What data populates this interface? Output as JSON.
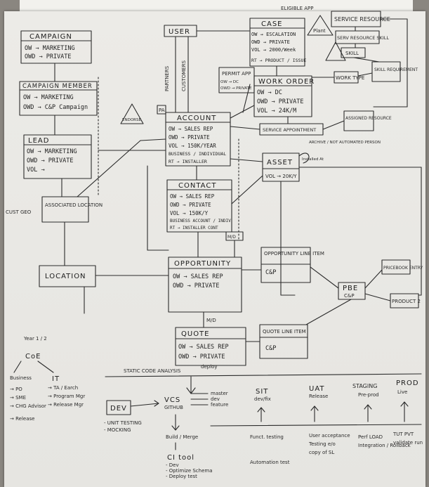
{
  "entities": {
    "campaign": {
      "title": "CAMPAIGN",
      "lines": [
        "OW → MARKETING",
        "OWD → PRIVATE"
      ]
    },
    "campaign_member": {
      "title": "CAMPAIGN MEMBER",
      "lines": [
        "OW → MARKETING",
        "OWD → C&P Campaign"
      ]
    },
    "lead": {
      "title": "LEAD",
      "lines": [
        "OW → MARKETING",
        "OWD → PRIVATE",
        "VOL →"
      ]
    },
    "associated_location": {
      "title": "ASSOCIATED LOCATION"
    },
    "location": {
      "title": "LOCATION"
    },
    "user": {
      "title": "USER"
    },
    "case": {
      "title": "CASE",
      "lines": [
        "OW → ESCALATION",
        "OWD → PRIVATE",
        "VOL → 2000/Week",
        "RT → PRODUCT / ISSUE"
      ]
    },
    "permit": {
      "title": "PERMIT APP",
      "lines": [
        "OW → DC",
        "OWD → PRIVATE"
      ]
    },
    "work_order": {
      "title": "WORK ORDER",
      "lines": [
        "OW → DC",
        "OWD → PRIVATE",
        "VOL → 24K/M"
      ]
    },
    "service_resource": {
      "title": "SERVICE RESOURCE"
    },
    "serv_resource_skill": {
      "title": "SERV RESOURCE SKILL"
    },
    "skill": {
      "title": "SKILL"
    },
    "skill_requirement": {
      "title": "SKILL REQUIREMENT"
    },
    "work_type": {
      "title": "WORK TYPE"
    },
    "service_appointment": {
      "title": "SERVICE APPOINTMENT"
    },
    "assigned_resource": {
      "title": "ASSIGNED RESOURCE"
    },
    "account": {
      "title": "ACCOUNT",
      "lines": [
        "OW → SALES REP",
        "OWD → PRIVATE",
        "VOL → 150K/YEAR",
        "BUSINESS / INDIVIDUAL",
        "RT → INSTALLER"
      ]
    },
    "asset": {
      "title": "ASSET",
      "lines": [
        "VOL → 20K/Y"
      ]
    },
    "contact": {
      "title": "CONTACT",
      "lines": [
        "OW → SALES REP",
        "OWD → PRIVATE",
        "VOL → 150K/Y",
        "BUSINESS ACCOUNT / INDIV",
        "RT → INSTALLER CONT"
      ]
    },
    "opportunity": {
      "title": "OPPORTUNITY",
      "lines": [
        "OW → SALES REP",
        "OWD → PRIVATE"
      ]
    },
    "opportunity_line_item": {
      "title": "OPPORTUNITY LINE ITEM",
      "lines": [
        "C&P"
      ]
    },
    "pricebook": {
      "title": "PRICEBOOK ENTRY"
    },
    "pbe": {
      "title": "PBE",
      "lines": [
        "C&P"
      ]
    },
    "product": {
      "title": "PRODUCT 2"
    },
    "quote": {
      "title": "QUOTE",
      "lines": [
        "OW → SALES REP",
        "OWD → PRIVATE"
      ]
    },
    "quote_line_item": {
      "title": "QUOTE LINE ITEM",
      "lines": [
        "C&P"
      ]
    }
  },
  "annotations": {
    "endorse": "ENDORSE",
    "partners": "PARTNERS",
    "customers": "CUSTOMERS",
    "pa": "PA",
    "eligible": "ELIGIBLE APP",
    "plant": "Plant",
    "asset_side": "ARCHIVE / NOT AUTOMATED PERSON",
    "installed_at": "Installed At",
    "cust_geo": "CUST GEO",
    "md": "M/D",
    "nd": "M/D"
  },
  "devops": {
    "header": "STATIC CODE ANALYSIS",
    "header2": "deploy",
    "years": "Year 1 / 2",
    "coe": "CoE",
    "business": "Business",
    "business_items": [
      "→ PO",
      "→ SME",
      "→ CHG Advisor",
      "→ Release"
    ],
    "it": "IT",
    "it_items": [
      "→ TA / Earch",
      "→ Program Mgr",
      "→ Release Mgr"
    ],
    "dev": "DEV",
    "dev_items": [
      "- UNIT TESTING",
      "- MOCKING"
    ],
    "vcs": "VCS",
    "vcs_sub": "GITHUB",
    "vcs_branches": [
      "master",
      "dev",
      "feature"
    ],
    "sit": "SIT",
    "sit_sub": "dev/fix",
    "uat": "UAT",
    "uat_sub": "Release",
    "staging": "STAGING",
    "staging_sub": "Pre-prod",
    "prod": "PROD",
    "prod_sub": "Live",
    "build": "Build / Merge",
    "ci": "CI tool",
    "ci_items": [
      "- Dev",
      "- Optimize Schema",
      "- Deploy test"
    ],
    "func": "Funct. testing",
    "func2": "Automation test",
    "user_acc": "User acceptance",
    "user_acc2": "Testing e/o",
    "user_acc3": "copy of SL",
    "perf": "Perf LOAD",
    "perf2": "Integration / Rollback",
    "tut": "TUT PVT",
    "tut2": "validate run"
  }
}
